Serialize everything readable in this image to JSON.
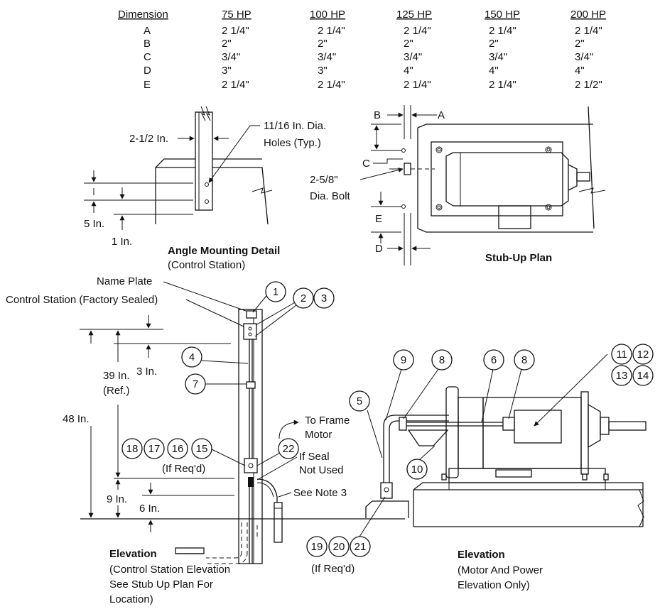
{
  "table": {
    "headers": [
      "Dimension",
      "75 HP",
      "100 HP",
      "125 HP",
      "150 HP",
      "200 HP"
    ],
    "rows": [
      [
        "A",
        "2 1/4\"",
        "2 1/4\"",
        "2 1/4\"",
        "2 1/4\"",
        "2 1/4\""
      ],
      [
        "B",
        "2\"",
        "2\"",
        "2\"",
        "2\"",
        "2\""
      ],
      [
        "C",
        "3/4\"",
        "3/4\"",
        "3/4\"",
        "3/4\"",
        "3/4\""
      ],
      [
        "D",
        "3\"",
        "3\"",
        "4\"",
        "4\"",
        "4\""
      ],
      [
        "E",
        "2 1/4\"",
        "2 1/4\"",
        "2 1/4\"",
        "2 1/4\"",
        "2 1/2\""
      ]
    ]
  },
  "angle_detail": {
    "dim_width": "2-1/2 In.",
    "holes_line1": "11/16 In. Dia.",
    "holes_line2": "Holes (Typ.)",
    "dim_5in": "5 In.",
    "dim_1in": "1 In.",
    "title": "Angle Mounting Detail",
    "subtitle": "(Control Station)"
  },
  "stub_plan": {
    "A": "A",
    "B": "B",
    "C": "C",
    "D": "D",
    "E": "E",
    "bolt_line1": "2-5/8\"",
    "bolt_line2": "Dia. Bolt",
    "title": "Stub-Up Plan"
  },
  "control_elevation": {
    "name_plate": "Name Plate",
    "control_station": "Control Station (Factory Sealed)",
    "dim_39_line1": "39 In.",
    "dim_39_line2": "(Ref.)",
    "dim_3": "3 In.",
    "dim_48": "48 In.",
    "dim_9": "9 In.",
    "dim_6": "6 In.",
    "if_req": "(If Req'd)",
    "to_frame_line1": "To Frame",
    "to_frame_line2": "Motor",
    "if_seal_line1": "If Seal",
    "if_seal_line2": "Not Used",
    "see_note": "See Note 3",
    "title": "Elevation",
    "caption_line1": "(Control Station Elevation",
    "caption_line2": "See Stub Up Plan For",
    "caption_line3": "Location)"
  },
  "motor_elevation": {
    "if_req": "(If Req'd)",
    "title": "Elevation",
    "caption_line1": "(Motor And Power",
    "caption_line2": "Elevation Only)"
  },
  "callouts": {
    "c1": "1",
    "c2": "2",
    "c3": "3",
    "c4": "4",
    "c5": "5",
    "c6": "6",
    "c7": "7",
    "c8a": "8",
    "c8b": "8",
    "c9": "9",
    "c10": "10",
    "c11": "11",
    "c12": "12",
    "c13": "13",
    "c14": "14",
    "c15": "15",
    "c16": "16",
    "c17": "17",
    "c18": "18",
    "c19": "19",
    "c20": "20",
    "c21": "21",
    "c22": "22"
  }
}
